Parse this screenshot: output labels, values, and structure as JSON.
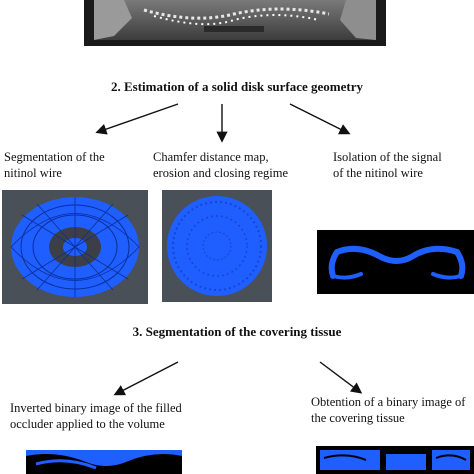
{
  "step2": {
    "heading": "2. Estimation of a solid disk surface geometry",
    "captions": [
      "Segmentation of the\nnitinol wire",
      "Chamfer distance map,\nerosion and closing regime",
      "Isolation of the signal\nof the nitinol wire"
    ]
  },
  "step3": {
    "heading": "3. Segmentation of the covering tissue",
    "captions": [
      "Inverted binary image of the filled\noccluder applied to the volume",
      "Obtention of a binary image of\nthe covering tissue"
    ]
  },
  "colors": {
    "segmentation_blue": "#1f5fff",
    "render_background": "#4a5058",
    "image_black": "#000000"
  }
}
